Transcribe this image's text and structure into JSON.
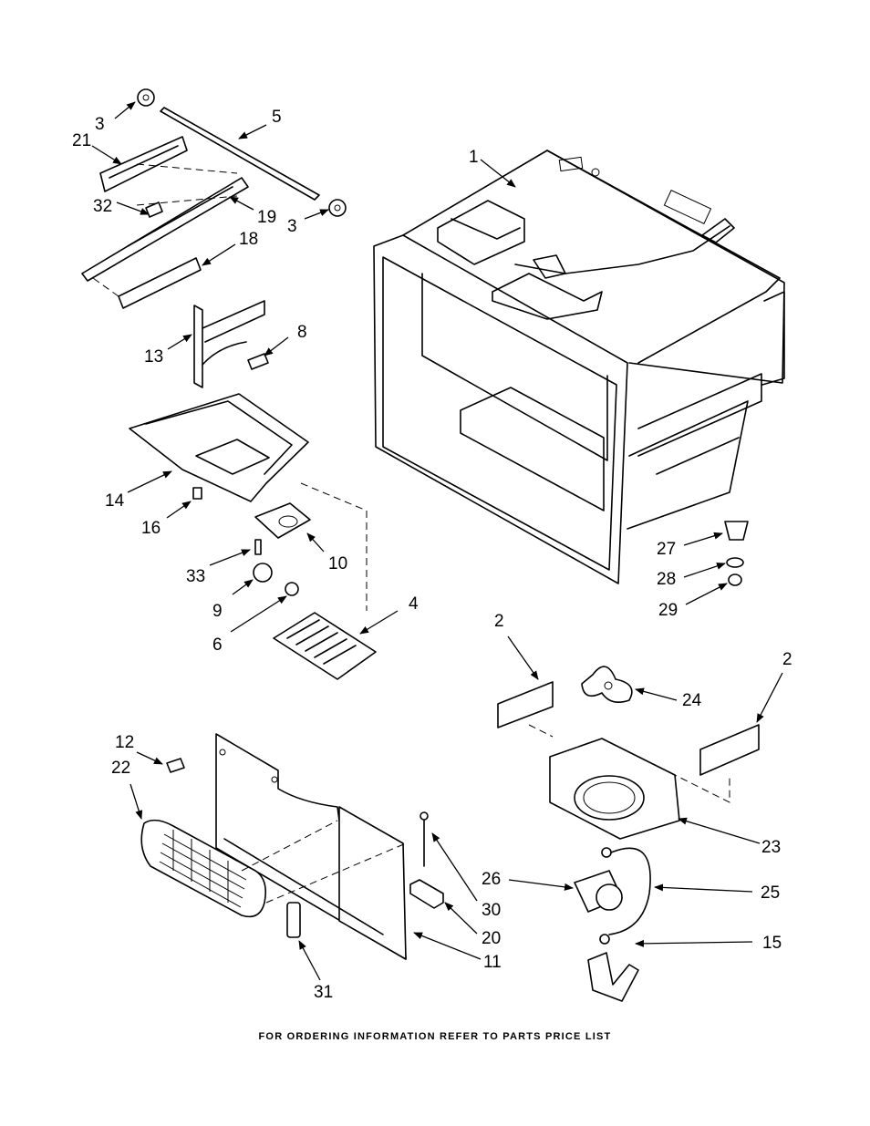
{
  "footer_note": "FOR ORDERING INFORMATION REFER TO PARTS PRICE LIST",
  "callouts": {
    "c1": "1",
    "c2a": "2",
    "c2b": "2",
    "c3a": "3",
    "c3b": "3",
    "c4": "4",
    "c5": "5",
    "c6": "6",
    "c8": "8",
    "c9": "9",
    "c10": "10",
    "c11": "11",
    "c12": "12",
    "c13": "13",
    "c14": "14",
    "c15": "15",
    "c16": "16",
    "c18": "18",
    "c19": "19",
    "c20": "20",
    "c21": "21",
    "c22": "22",
    "c23": "23",
    "c24": "24",
    "c25": "25",
    "c26": "26",
    "c27": "27",
    "c28": "28",
    "c29": "29",
    "c30": "30",
    "c31": "31",
    "c32": "32",
    "c33": "33"
  }
}
